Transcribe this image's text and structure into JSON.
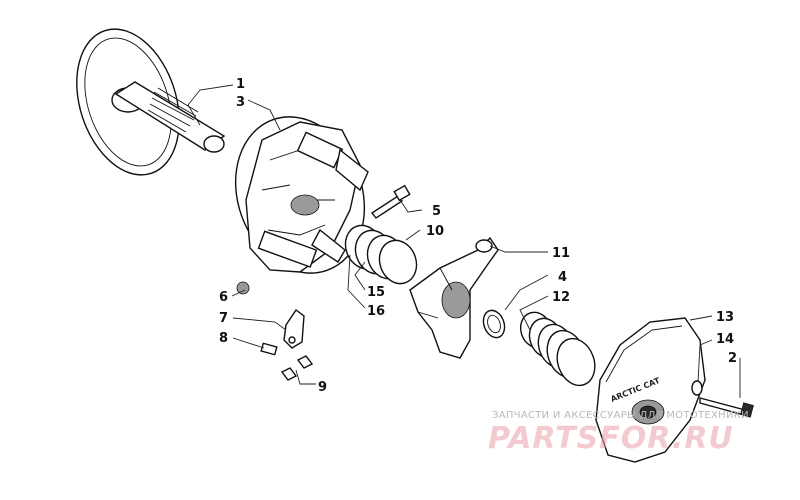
{
  "diagram": {
    "callouts": [
      {
        "id": "c1",
        "text": "1"
      },
      {
        "id": "c3",
        "text": "3"
      },
      {
        "id": "c5",
        "text": "5"
      },
      {
        "id": "c10",
        "text": "10"
      },
      {
        "id": "c11",
        "text": "11"
      },
      {
        "id": "c4",
        "text": "4"
      },
      {
        "id": "c12",
        "text": "12"
      },
      {
        "id": "c15",
        "text": "15"
      },
      {
        "id": "c16",
        "text": "16"
      },
      {
        "id": "c6",
        "text": "6"
      },
      {
        "id": "c7",
        "text": "7"
      },
      {
        "id": "c8",
        "text": "8"
      },
      {
        "id": "c9",
        "text": "9"
      },
      {
        "id": "c13",
        "text": "13"
      },
      {
        "id": "c14",
        "text": "14"
      },
      {
        "id": "c2",
        "text": "2"
      }
    ],
    "cover_text": "ARCTIC CAT"
  },
  "watermark": {
    "tagline": "ЗАПЧАСТИ И АКСЕССУАРЫ ДЛЯ МОТОТЕХНИКИ",
    "brand": "PARTSFOR.RU"
  }
}
